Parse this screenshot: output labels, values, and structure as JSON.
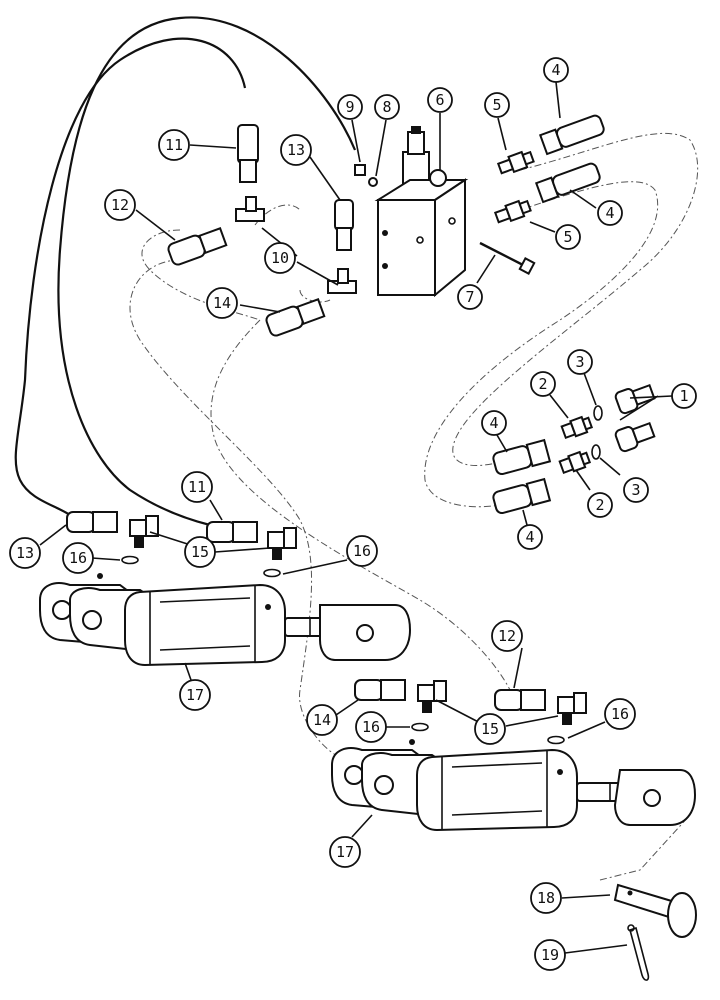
{
  "diagram": {
    "callouts": [
      {
        "label": "1"
      },
      {
        "label": "2"
      },
      {
        "label": "2"
      },
      {
        "label": "3"
      },
      {
        "label": "3"
      },
      {
        "label": "4"
      },
      {
        "label": "4"
      },
      {
        "label": "4"
      },
      {
        "label": "4"
      },
      {
        "label": "5"
      },
      {
        "label": "5"
      },
      {
        "label": "6"
      },
      {
        "label": "7"
      },
      {
        "label": "8"
      },
      {
        "label": "9"
      },
      {
        "label": "10"
      },
      {
        "label": "11"
      },
      {
        "label": "11"
      },
      {
        "label": "12"
      },
      {
        "label": "12"
      },
      {
        "label": "13"
      },
      {
        "label": "13"
      },
      {
        "label": "14"
      },
      {
        "label": "14"
      },
      {
        "label": "15"
      },
      {
        "label": "15"
      },
      {
        "label": "16"
      },
      {
        "label": "16"
      },
      {
        "label": "16"
      },
      {
        "label": "16"
      },
      {
        "label": "17"
      },
      {
        "label": "17"
      },
      {
        "label": "18"
      },
      {
        "label": "19"
      }
    ]
  }
}
